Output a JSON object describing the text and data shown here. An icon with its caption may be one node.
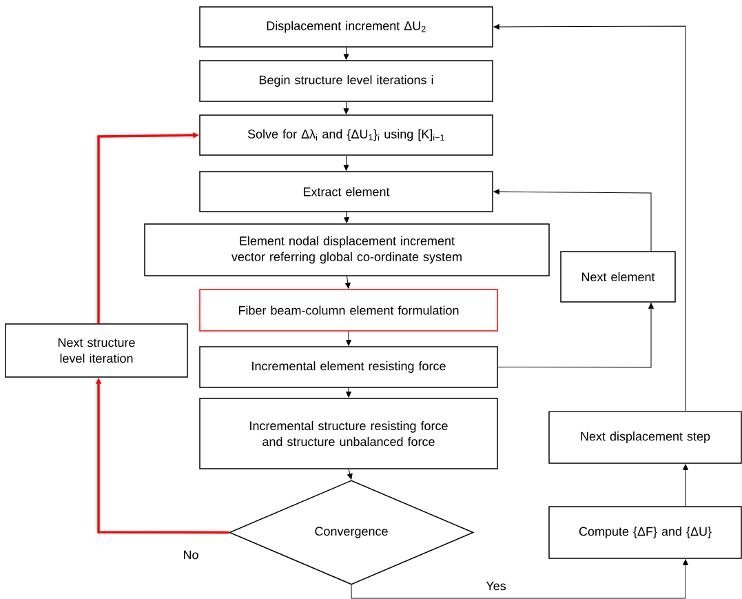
{
  "diagram": {
    "nodes": [
      {
        "text": [
          "Displacement increment ΔU$_{2}$"
        ]
      },
      {
        "text": [
          "Begin structure level iterations i"
        ]
      },
      {
        "text": [
          "Solve for Δλ$_{i}$ and {ΔU$_{1}$}$_{i}$ using [K]$_{i−1}$"
        ]
      },
      {
        "text": [
          "Extract element"
        ]
      },
      {
        "text": [
          "Element nodal displacement increment vector referring global co-ordinate system"
        ]
      },
      {
        "text": [
          "Fiber beam-column element formulation"
        ]
      },
      {
        "text": [
          "Incremental element resisting force"
        ]
      },
      {
        "text": [
          "Incremental structure resisting force and structure unbalanced force"
        ]
      },
      {
        "text": [
          "Convergence"
        ]
      },
      {
        "text": [
          "Next structure level iteration"
        ]
      },
      {
        "text": [
          "Next element"
        ]
      },
      {
        "text": [
          "Next displacement step"
        ]
      },
      {
        "text": [
          "Compute {ΔF} and {ΔU}"
        ]
      }
    ],
    "edges": [
      {
        "from": 0,
        "to": 1,
        "arrow": "to"
      },
      {
        "from": 1,
        "to": 2,
        "arrow": "to"
      },
      {
        "from": 2,
        "to": 3,
        "arrow": "to"
      },
      {
        "from": 3,
        "to": 4,
        "arrow": "to"
      },
      {
        "from": 4,
        "to": 5,
        "arrow": "to"
      },
      {
        "from": 5,
        "to": 6,
        "arrow": "to"
      },
      {
        "from": 6,
        "to": 7,
        "arrow": "to"
      },
      {
        "from": 7,
        "to": 8,
        "arrow": "to"
      },
      {
        "from": 8,
        "to": 9,
        "arrow": "to",
        "label": "No",
        "style": "thick",
        "color": "#ff0000"
      },
      {
        "from": 9,
        "to": 2,
        "arrow": "to",
        "style": "thick",
        "color": "#ff0000"
      },
      {
        "from": 6,
        "to": 10,
        "arrow": "to"
      },
      {
        "from": 10,
        "to": 3,
        "arrow": "to"
      },
      {
        "from": 8,
        "to": 12,
        "arrow": "to",
        "label": "Yes"
      },
      {
        "from": 12,
        "to": 11,
        "arrow": "to"
      },
      {
        "from": 11,
        "to": 0,
        "arrow": "to"
      }
    ]
  }
}
